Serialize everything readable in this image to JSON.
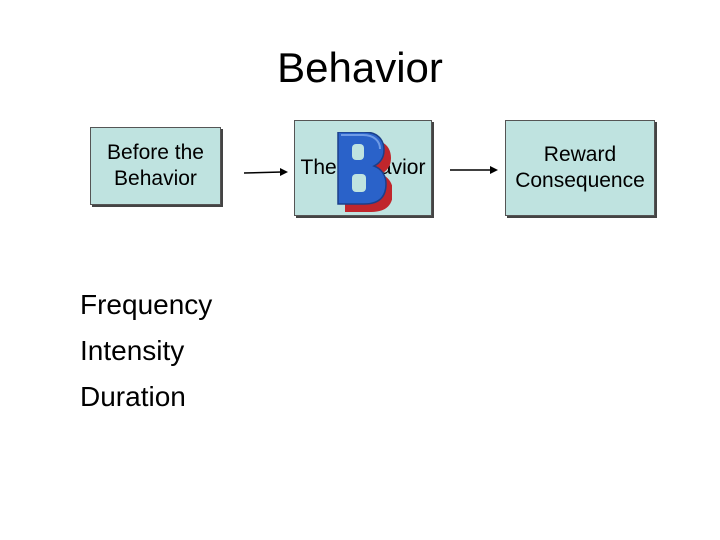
{
  "title": "Behavior",
  "boxes": {
    "before": {
      "text": "Before the\nBehavior",
      "fill": "#bfe3e0"
    },
    "behavior": {
      "text": "The Behavior",
      "fill": "#bfe3e0",
      "logo_letter": "B"
    },
    "reward": {
      "text": "Reward\nConsequence",
      "fill": "#bfe3e0"
    }
  },
  "attributes": [
    "Frequency",
    "Intensity",
    "Duration"
  ],
  "colors": {
    "box_fill": "#bfe3e0",
    "logo_blue": "#2a62c9",
    "logo_red": "#c0262c",
    "arrow": "#000000"
  }
}
